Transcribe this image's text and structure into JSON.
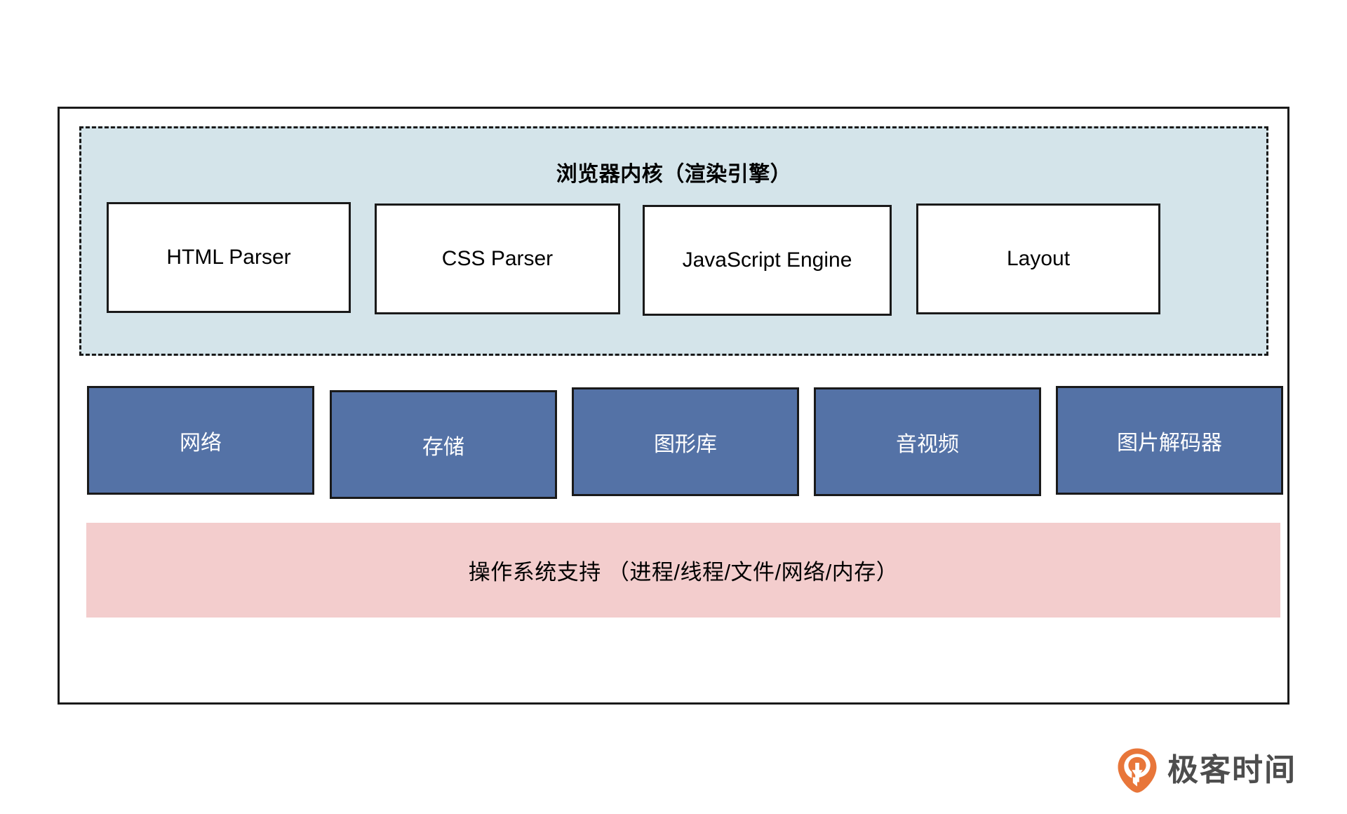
{
  "diagram": {
    "render_engine": {
      "title": "浏览器内核（渲染引擎）",
      "background_color": "#d4e4ea",
      "border_style": "dashed",
      "modules": [
        {
          "label": "HTML Parser"
        },
        {
          "label": "CSS Parser"
        },
        {
          "label": "JavaScript Engine"
        },
        {
          "label": "Layout"
        }
      ]
    },
    "platform_services": {
      "fill_color": "#5472a6",
      "text_color": "#ffffff",
      "items": [
        {
          "label": "网络"
        },
        {
          "label": "存储"
        },
        {
          "label": "图形库"
        },
        {
          "label": "音视频"
        },
        {
          "label": "图片解码器"
        }
      ]
    },
    "os_support": {
      "label": "操作系统支持 （进程/线程/文件/网络/内存）",
      "fill_color": "#f3cdcd"
    }
  },
  "branding": {
    "name": "极客时间",
    "mark_icon": "geek-time-pin-icon",
    "mark_color": "#e8763a",
    "text_color": "#4d4d4d"
  }
}
